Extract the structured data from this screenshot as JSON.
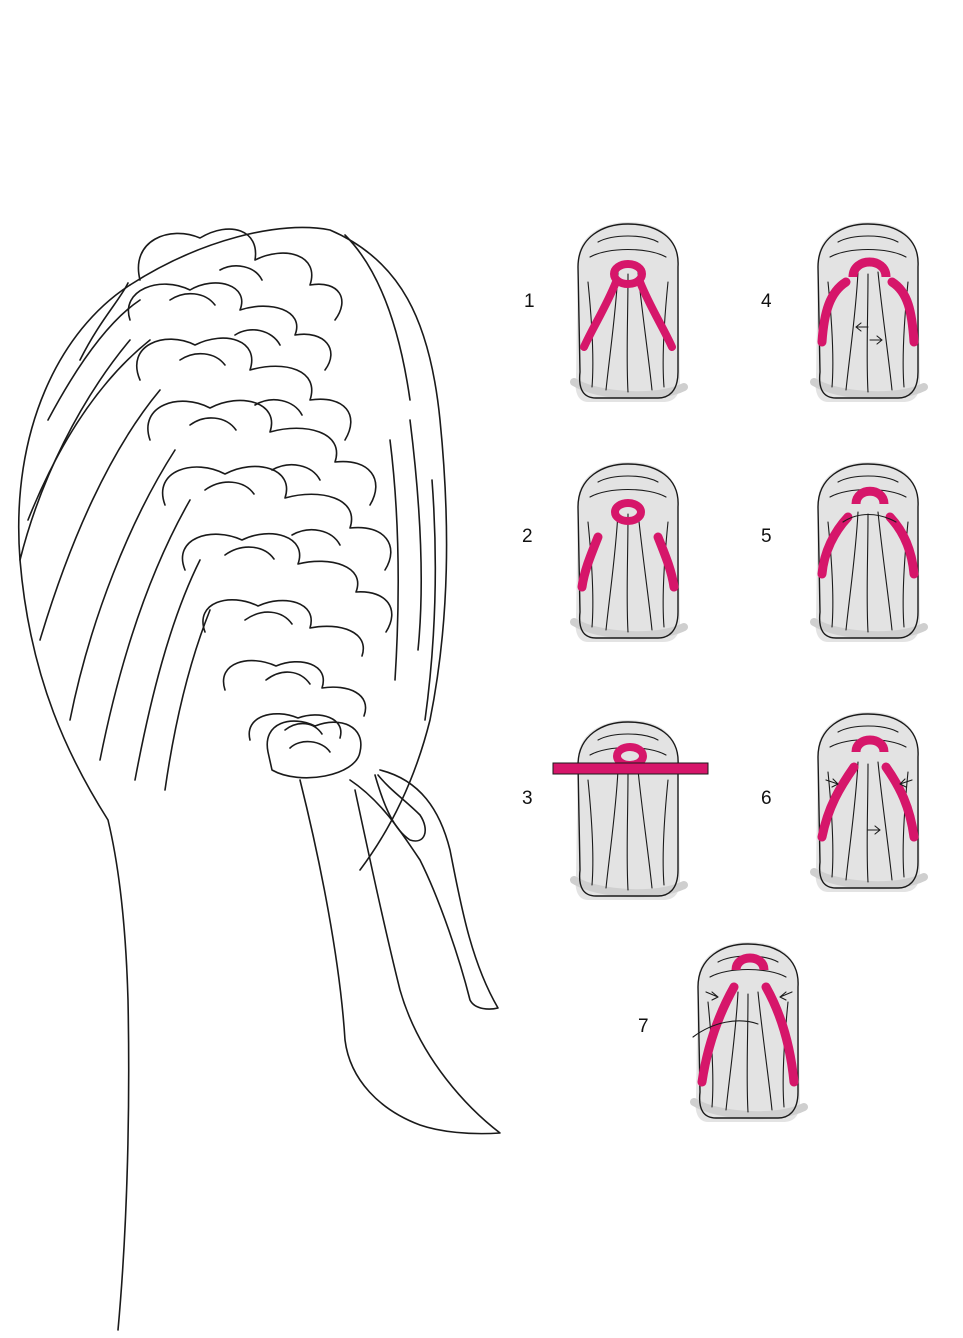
{
  "colors": {
    "ink": "#1a1a1a",
    "ribbon": "#d6166a",
    "shade": "#d4d4d4",
    "background": "#ffffff"
  },
  "steps": [
    {
      "label": "1",
      "icon": "braid-step-1-icon"
    },
    {
      "label": "2",
      "icon": "braid-step-2-icon"
    },
    {
      "label": "3",
      "icon": "braid-step-3-icon"
    },
    {
      "label": "4",
      "icon": "braid-step-4-icon"
    },
    {
      "label": "5",
      "icon": "braid-step-5-icon"
    },
    {
      "label": "6",
      "icon": "braid-step-6-icon"
    },
    {
      "label": "7",
      "icon": "braid-step-7-icon"
    }
  ]
}
